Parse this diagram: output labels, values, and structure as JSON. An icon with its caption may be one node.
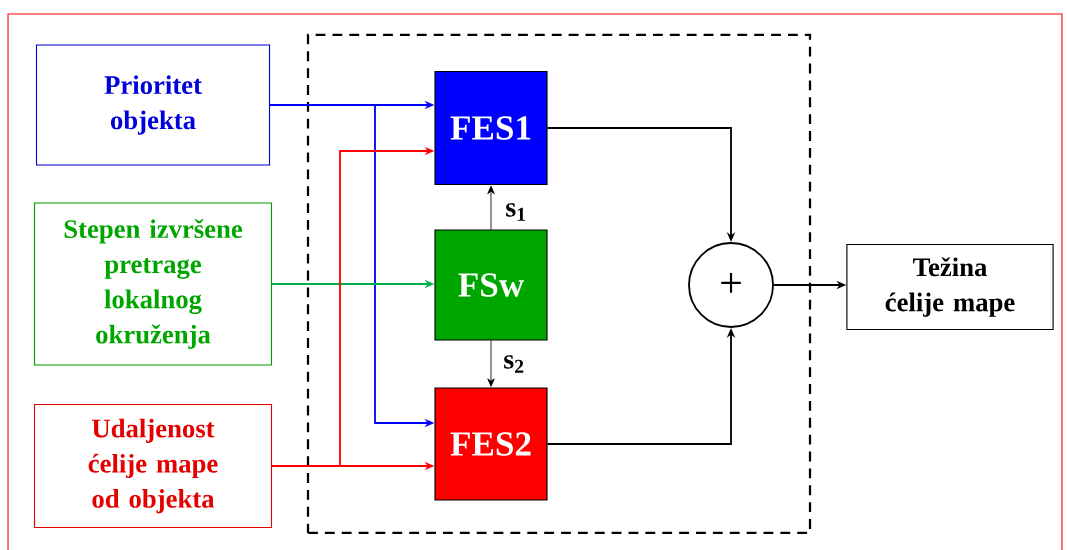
{
  "diagram": {
    "nodes": [
      {
        "text": [
          "Prioritet objekta"
        ]
      },
      {
        "text": [
          "Stepen izvršene pretrage lokalnog okruženja"
        ]
      },
      {
        "text": [
          "Udaljenost ćelije mape od objekta"
        ]
      },
      {
        "text": [],
        "shape": "box"
      },
      {
        "text": [
          "FES1"
        ],
        "in": 3
      },
      {
        "text": [
          "FSw"
        ],
        "in": 3
      },
      {
        "text": [
          "FES2"
        ],
        "in": 3
      },
      {
        "text": [
          "+"
        ],
        "in": 3
      },
      {
        "text": [
          "Težina ćelije mape"
        ]
      }
    ],
    "edges": [
      {
        "from": 0,
        "to": 4,
        "arrow": "to",
        "color": "#0000ff"
      },
      {
        "from": 0,
        "to": 6,
        "arrow": "to",
        "color": "#0000ff"
      },
      {
        "from": 1,
        "to": 5,
        "arrow": "to",
        "color": "#00b050"
      },
      {
        "from": 2,
        "to": 4,
        "arrow": "to",
        "color": "#ff0000"
      },
      {
        "from": 2,
        "to": 6,
        "arrow": "to",
        "color": "#ff0000"
      },
      {
        "from": 5,
        "to": 4,
        "arrow": "to",
        "label": "s$_{1}$"
      },
      {
        "from": 5,
        "to": 6,
        "arrow": "to",
        "label": "s$_{2}$"
      },
      {
        "from": 4,
        "to": 7,
        "arrow": "to"
      },
      {
        "from": 6,
        "to": 7,
        "arrow": "to"
      },
      {
        "from": 7,
        "to": 8,
        "arrow": "to"
      }
    ]
  }
}
